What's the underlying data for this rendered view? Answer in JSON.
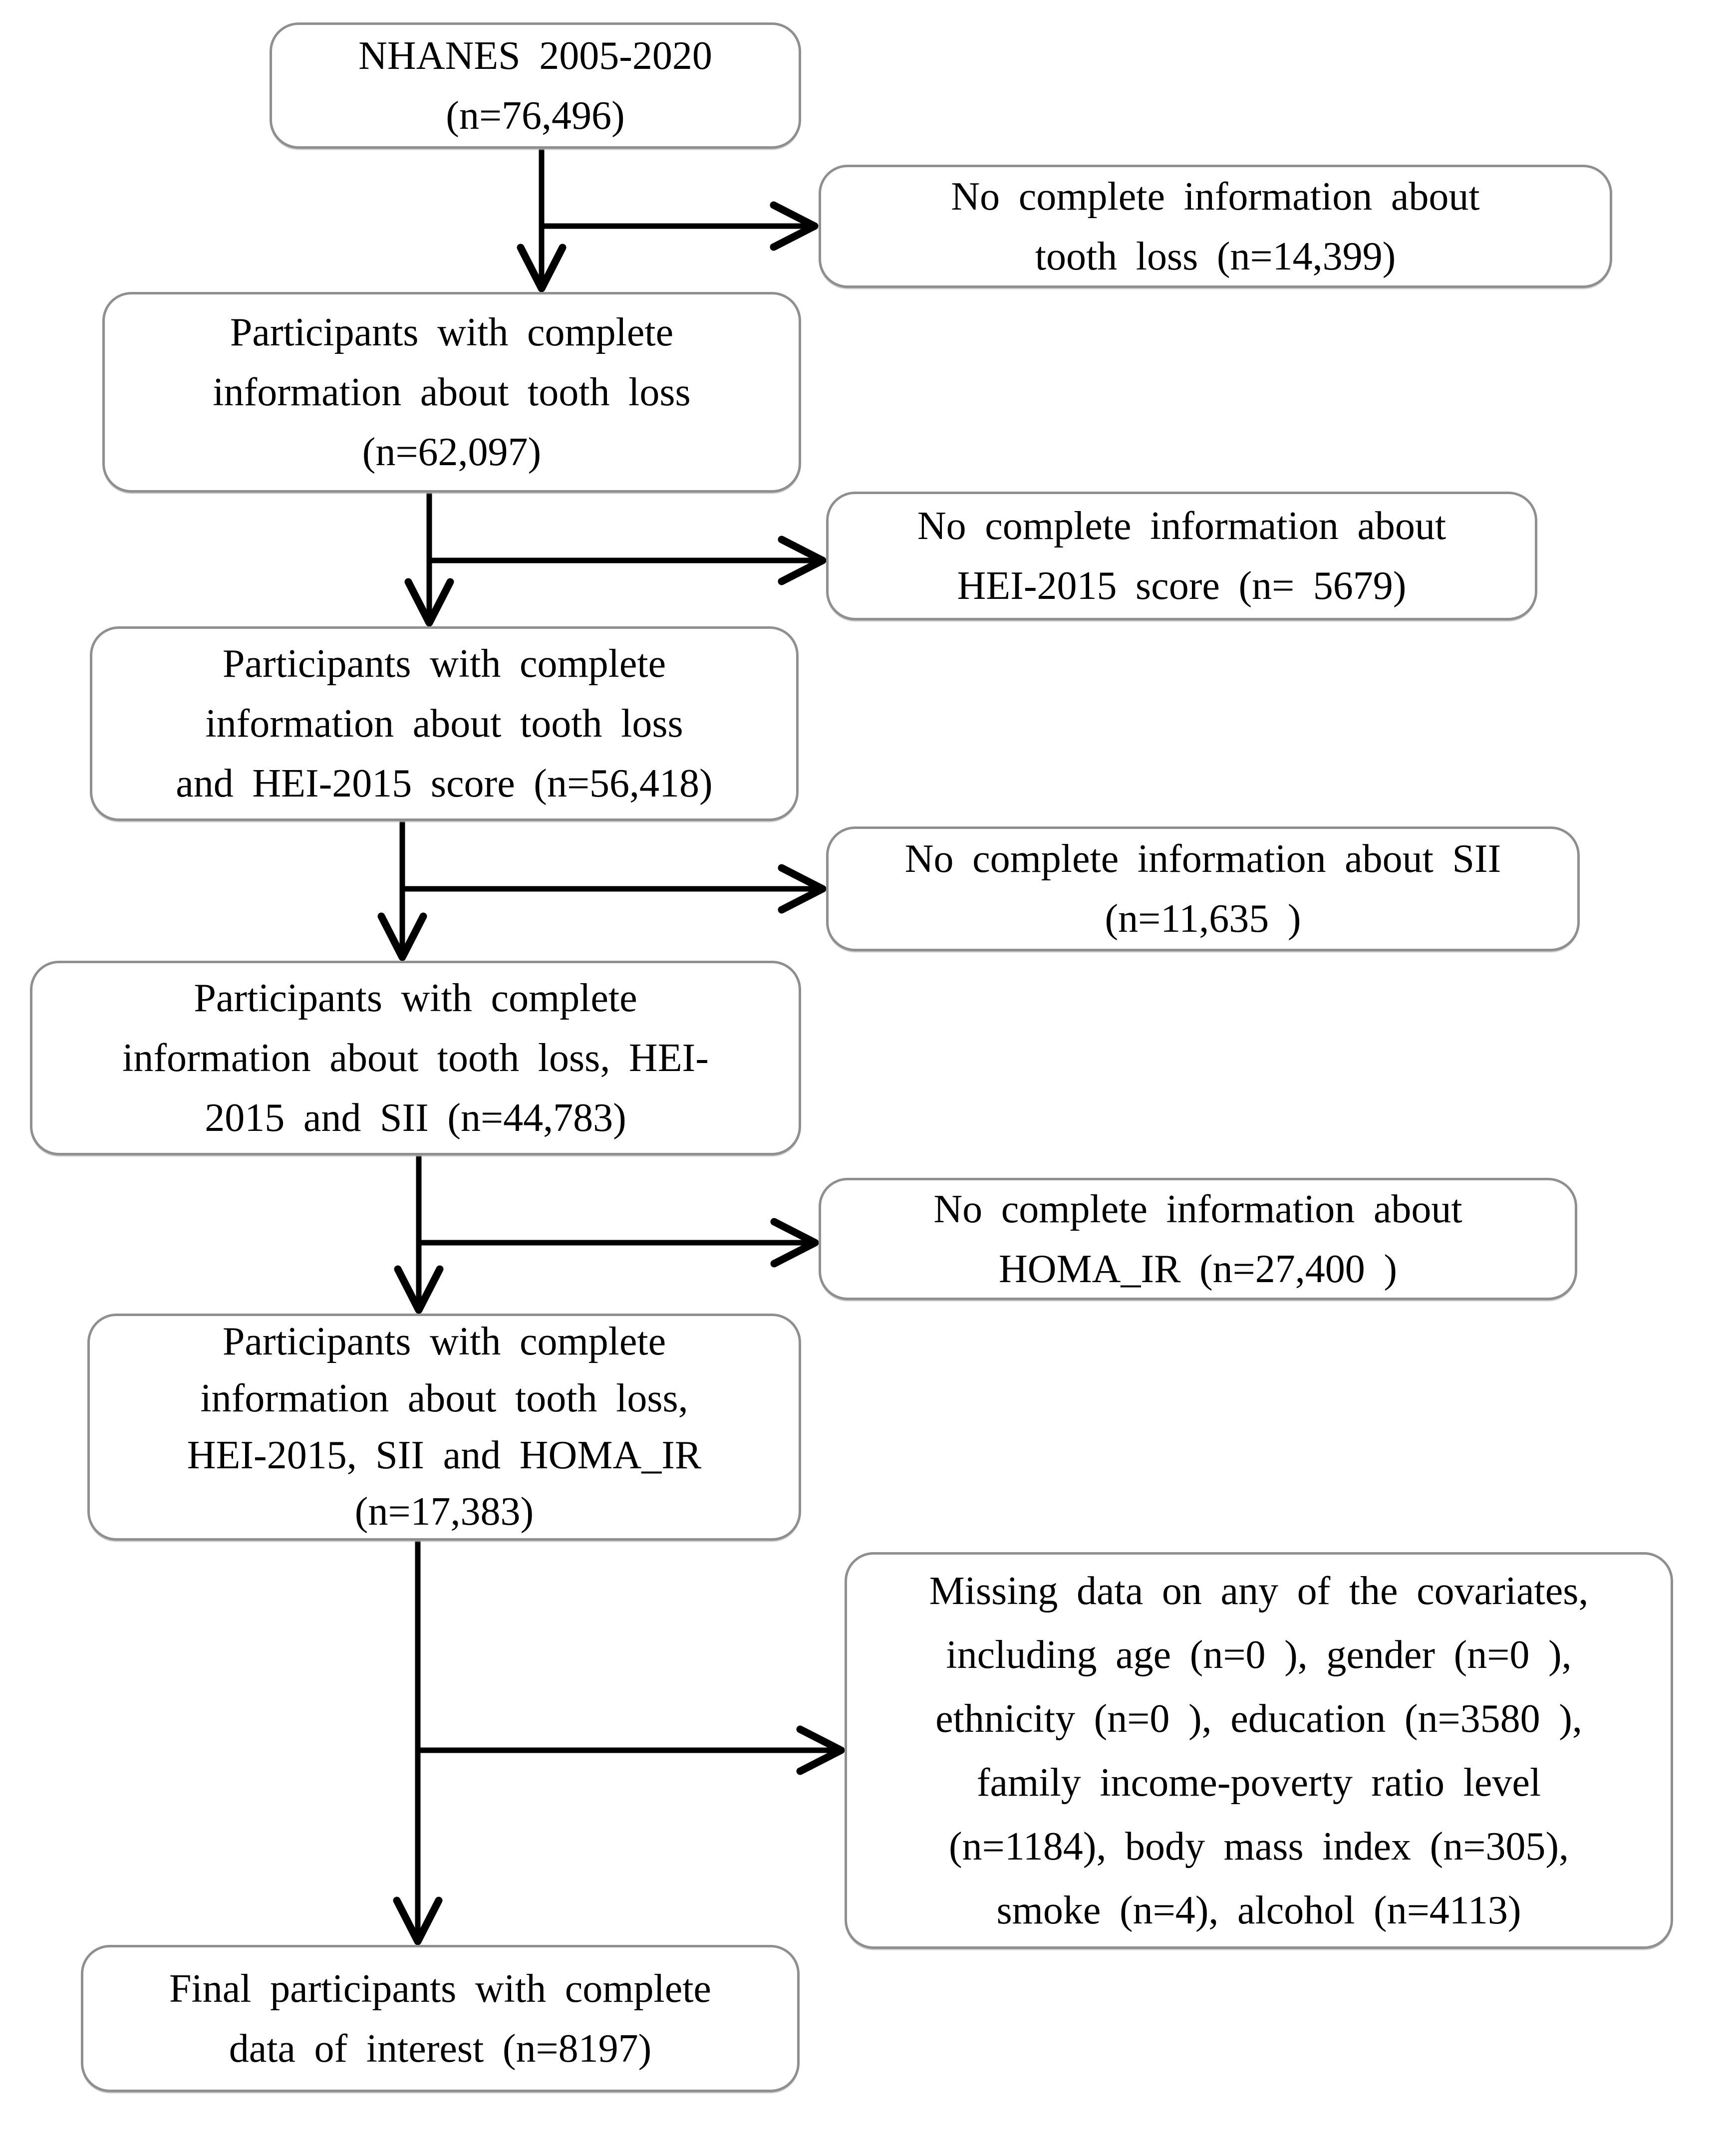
{
  "figure": {
    "type": "participant-selection-flowchart",
    "background_color": "#ffffff",
    "box_border_color": "#8f8f8f",
    "arrow_color": "#000000",
    "text_color": "#000000"
  },
  "boxes": {
    "nhanes": {
      "lines": [
        "NHANES 2005-2020",
        "(n=76,496)"
      ]
    },
    "tooth_loss": {
      "lines": [
        "Participants with complete",
        "information about tooth loss",
        "(n=62,097)"
      ]
    },
    "hei2015": {
      "lines": [
        "Participants with complete",
        "information about tooth loss",
        "and HEI-2015 score (n=56,418)"
      ]
    },
    "sii": {
      "lines": [
        "Participants with complete",
        "information about tooth loss, HEI-",
        "2015 and SII (n=44,783)"
      ]
    },
    "homa_ir": {
      "lines": [
        "Participants with complete",
        "information about tooth loss,",
        "HEI-2015, SII and HOMA_IR",
        "(n=17,383)"
      ]
    },
    "final": {
      "lines": [
        "Final participants with complete",
        "data of interest (n=8197)"
      ]
    },
    "excl_tooth_loss": {
      "lines": [
        "No complete information about",
        "tooth loss (n=14,399)"
      ]
    },
    "excl_hei2015": {
      "lines": [
        "No complete information about",
        "HEI-2015 score (n= 5679)"
      ]
    },
    "excl_sii": {
      "lines": [
        "No complete information about SII",
        "(n=11,635 )"
      ]
    },
    "excl_homa_ir": {
      "lines": [
        "No complete information about",
        "HOMA_IR (n=27,400 )"
      ]
    },
    "excl_covariates": {
      "lines": [
        "Missing data on any of the covariates,",
        "including age (n=0 ), gender (n=0 ),",
        "ethnicity (n=0 ), education (n=3580 ),",
        "family income-poverty ratio level",
        "(n=1184), body mass index (n=305),",
        "smoke (n=4), alcohol (n=4113)"
      ]
    }
  }
}
